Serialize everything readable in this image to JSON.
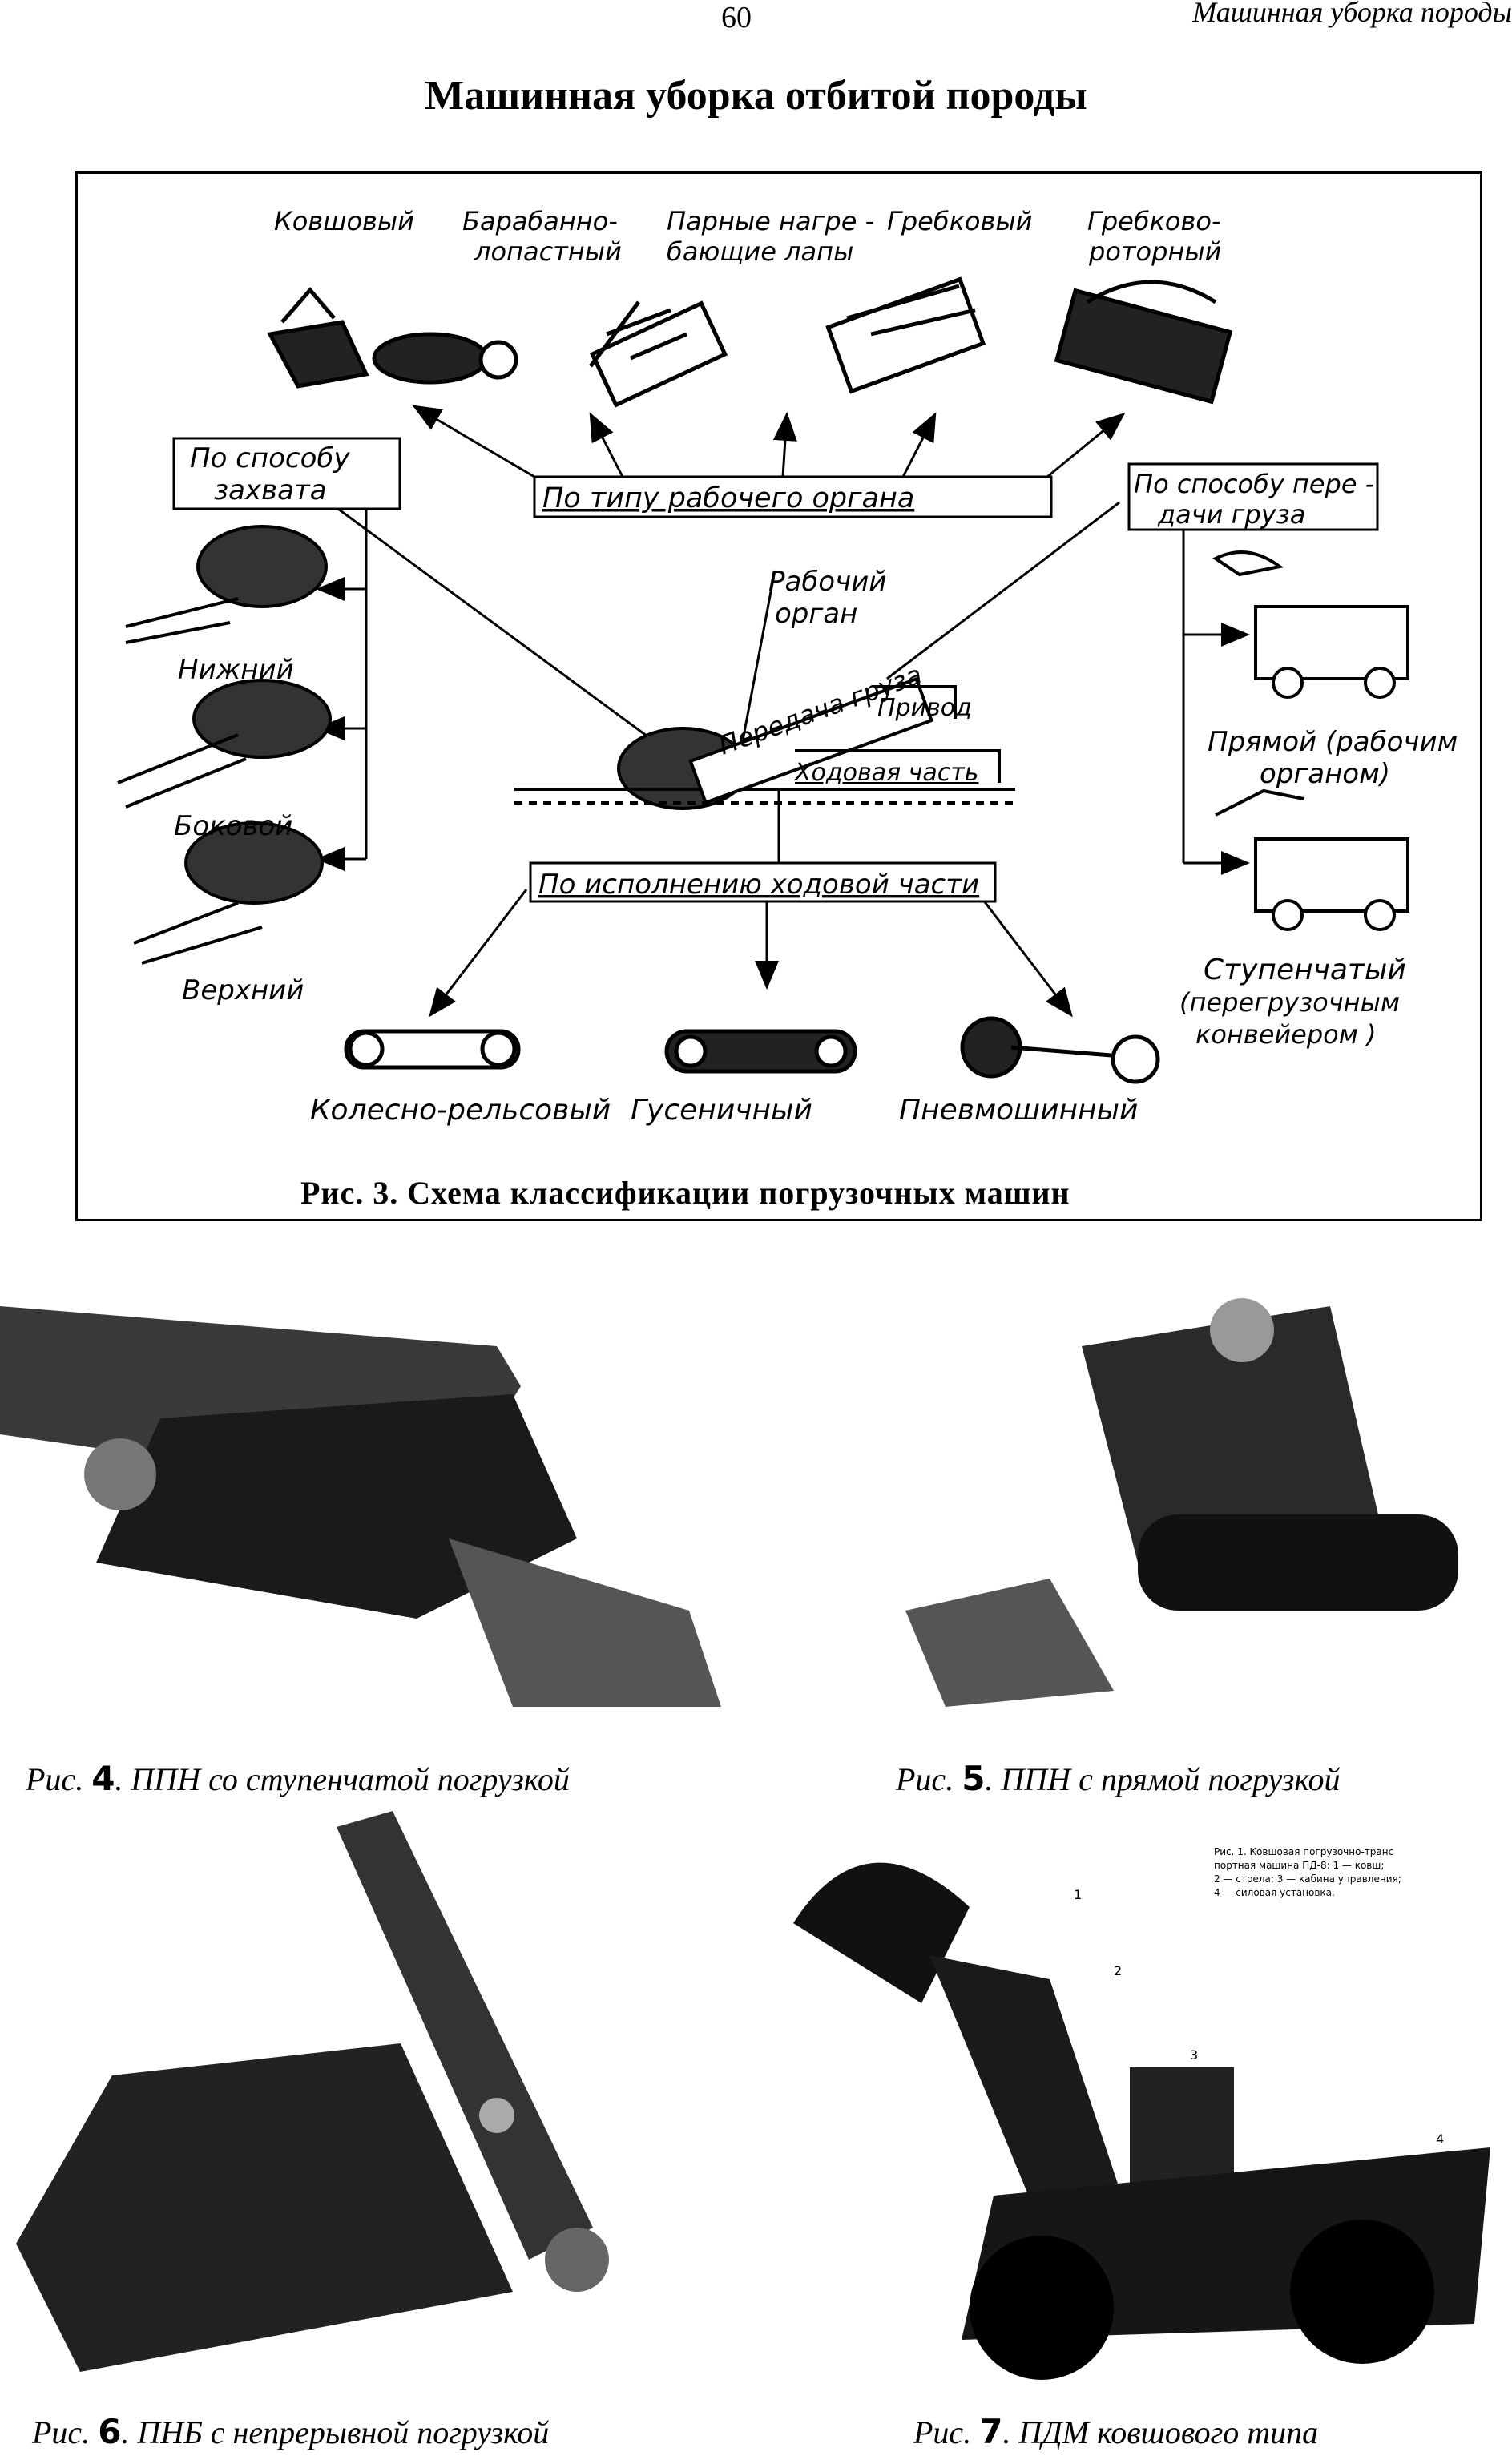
{
  "page": {
    "number": "60",
    "running_header": "Машинная уборка породы",
    "title": "Машинная уборка отбитой породы"
  },
  "figure3": {
    "work_body_types": [
      "Ковшовый",
      "Барабанно-",
      "лопастный",
      "Парные нагре -",
      "бающие лапы",
      "Гребковый",
      "Гребково-",
      "роторный"
    ],
    "by_work_body": "По типу рабочего органа",
    "by_capture": [
      "По способу",
      "захвата"
    ],
    "capture_types": [
      "Нижний",
      "Боковой",
      "Верхний"
    ],
    "by_transfer": [
      "По способу пере -",
      "дачи груза"
    ],
    "transfer_direct": [
      "Прямой (рабочим",
      "органом)"
    ],
    "transfer_stepped": [
      "Ступенчатый",
      "(перегрузочным",
      "конвейером )"
    ],
    "machine_parts": [
      "Рабочий",
      "орган",
      "Передача груза",
      "Привод",
      "Ходовая часть"
    ],
    "by_chassis": "По исполнению ходовой части",
    "chassis_types": [
      "Колесно-рельсовый",
      "Гусеничный",
      "Пневмошинный"
    ],
    "caption_prefix": "Рис.",
    "caption_number": "3",
    "caption_text": ". Схема классификации погрузочных машин"
  },
  "photos": [
    {
      "prefix": "Рис.",
      "number": "4",
      "text": ". ППН со ступенчатой погрузкой"
    },
    {
      "prefix": "Рис.",
      "number": "5",
      "text": ". ППН с прямой погрузкой"
    },
    {
      "prefix": "Рис.",
      "number": "6",
      "text": ". ПНБ с непрерывной погрузкой"
    },
    {
      "prefix": "Рис.",
      "number": "7",
      "text": ". ПДМ ковшового типа"
    }
  ],
  "figure7_labels": [
    "1",
    "2",
    "3",
    "4"
  ],
  "figure7_note": [
    "Рис. 1. Ковшовая погрузочно-транс",
    "портная машина ПД-8: 1 — ковш;",
    "2 — стрела; 3 — кабина управления;",
    "4 — силовая установка."
  ]
}
